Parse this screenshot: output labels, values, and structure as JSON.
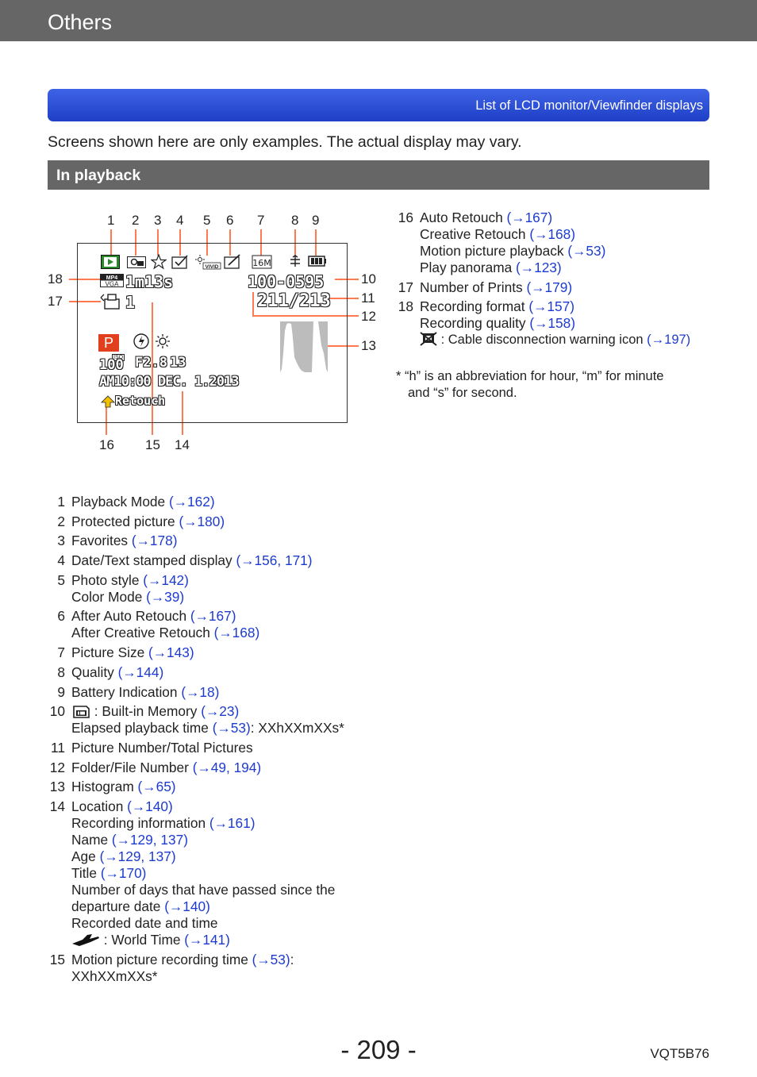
{
  "header": {
    "section": "Others",
    "chapter": "List of LCD monitor/Viewfinder displays"
  },
  "intro_note": "Screens shown here are only examples. The actual display may vary.",
  "section_title": "In playback",
  "callouts": {
    "top": [
      "1",
      "2",
      "3",
      "4",
      "5",
      "6",
      "7",
      "8",
      "9"
    ],
    "left": [
      "18",
      "17"
    ],
    "right": [
      "10",
      "11",
      "12",
      "13"
    ],
    "bottom": [
      "16",
      "15",
      "14"
    ]
  },
  "lcd": {
    "elapsed": "1m13s",
    "folder_file": "100-0595",
    "picture_count": "211/213",
    "prints": "1",
    "mode": "P",
    "iso": "100",
    "aperture": "F2.8",
    "shutter": "13",
    "datetime": "AM10:00 DEC. 1.2013",
    "retouch": "Retouch",
    "size_badge": "16M",
    "vivid": "VIVID",
    "format_top": "MP4",
    "format_bottom": "VGA"
  },
  "items_left": [
    {
      "n": "1",
      "lines": [
        {
          "t": "Playback Mode ",
          "ref": "(→162)"
        }
      ]
    },
    {
      "n": "2",
      "lines": [
        {
          "t": "Protected picture ",
          "ref": "(→180)"
        }
      ]
    },
    {
      "n": "3",
      "lines": [
        {
          "t": "Favorites ",
          "ref": "(→178)"
        }
      ]
    },
    {
      "n": "4",
      "lines": [
        {
          "t": "Date/Text stamped display ",
          "ref": "(→156, 171)"
        }
      ]
    },
    {
      "n": "5",
      "lines": [
        {
          "t": "Photo style ",
          "ref": "(→142)"
        },
        {
          "t": "Color Mode ",
          "ref": "(→39)"
        }
      ]
    },
    {
      "n": "6",
      "lines": [
        {
          "t": "After Auto Retouch ",
          "ref": "(→167)"
        },
        {
          "t": "After Creative Retouch ",
          "ref": "(→168)"
        }
      ]
    },
    {
      "n": "7",
      "lines": [
        {
          "t": "Picture Size ",
          "ref": "(→143)"
        }
      ]
    },
    {
      "n": "8",
      "lines": [
        {
          "t": "Quality ",
          "ref": "(→144)"
        }
      ]
    },
    {
      "n": "9",
      "lines": [
        {
          "t": "Battery Indication ",
          "ref": "(→18)"
        }
      ]
    }
  ],
  "item10": {
    "n": "10",
    "line1": " : Built-in Memory ",
    "ref1": "(→23)",
    "line2": "Elapsed playback time ",
    "ref2": "(→53)",
    "tail2": ": XXhXXmXXs*"
  },
  "items_left2": [
    {
      "n": "11",
      "lines": [
        {
          "t": "Picture Number/Total Pictures",
          "ref": ""
        }
      ]
    },
    {
      "n": "12",
      "lines": [
        {
          "t": "Folder/File Number ",
          "ref": "(→49, 194)"
        }
      ]
    },
    {
      "n": "13",
      "lines": [
        {
          "t": "Histogram ",
          "ref": "(→65)"
        }
      ]
    },
    {
      "n": "14",
      "lines": [
        {
          "t": "Location ",
          "ref": "(→140)"
        },
        {
          "t": "Recording information ",
          "ref": "(→161)"
        },
        {
          "t": "Name ",
          "ref": "(→129, 137)"
        },
        {
          "t": "Age ",
          "ref": "(→129, 137)"
        },
        {
          "t": "Title ",
          "ref": "(→170)"
        },
        {
          "t": "Number of days that have passed since the",
          "ref": ""
        },
        {
          "t": "departure date ",
          "ref": "(→140)"
        },
        {
          "t": "Recorded date and time",
          "ref": ""
        }
      ]
    }
  ],
  "item14_world": {
    "t": " : World Time ",
    "ref": "(→141)"
  },
  "item15": {
    "n": "15",
    "line1": "Motion picture recording time ",
    "ref": "(→53)",
    "tail": ":",
    "line2": "XXhXXmXXs*"
  },
  "items_right": [
    {
      "n": "16",
      "lines": [
        {
          "t": "Auto Retouch ",
          "ref": "(→167)"
        },
        {
          "t": "Creative Retouch ",
          "ref": "(→168)"
        },
        {
          "t": "Motion picture playback ",
          "ref": "(→53)"
        },
        {
          "t": "Play panorama ",
          "ref": "(→123)"
        }
      ]
    },
    {
      "n": "17",
      "lines": [
        {
          "t": "Number of Prints ",
          "ref": "(→179)"
        }
      ]
    },
    {
      "n": "18",
      "lines": [
        {
          "t": "Recording format ",
          "ref": "(→157)"
        },
        {
          "t": "Recording quality ",
          "ref": "(→158)"
        }
      ]
    }
  ],
  "item18_cable": {
    "t": " : Cable disconnection warning icon ",
    "ref": "(→197)"
  },
  "footnote": {
    "line1": "* “h” is an abbreviation for hour, “m” for minute",
    "line2": "and “s” for second."
  },
  "footer": {
    "page": "- 209 -",
    "code": "VQT5B76"
  },
  "colors": {
    "accent_blue": "#1d3bd0",
    "leader_orange": "#ff7a50",
    "bar_grey": "#666666"
  }
}
